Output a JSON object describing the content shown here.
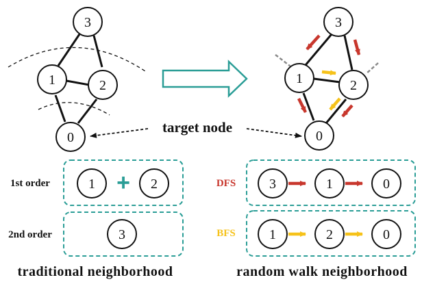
{
  "colors": {
    "teal": "#2a9d96",
    "dfs_red": "#c8372d",
    "bfs_yellow": "#f6c21a",
    "ink": "#111111",
    "gray": "#8a8a8a"
  },
  "left_graph": {
    "nodes": {
      "top": "3",
      "left": "1",
      "right": "2",
      "bottom": "0"
    }
  },
  "right_graph": {
    "nodes": {
      "top": "3",
      "left": "1",
      "right": "2",
      "bottom": "0"
    }
  },
  "big_arrow_icon": "hollow-right-arrow-icon",
  "target_label": "target node",
  "left_panel": {
    "row1_label": "1st order",
    "row1_nodes": [
      "1",
      "2"
    ],
    "plus": "+",
    "row2_label": "2nd order",
    "row2_nodes": [
      "3"
    ],
    "caption": "traditional neighborhood"
  },
  "right_panel": {
    "dfs_label": "DFS",
    "dfs_nodes": [
      "3",
      "1",
      "0"
    ],
    "bfs_label": "BFS",
    "bfs_nodes": [
      "1",
      "2",
      "0"
    ],
    "caption": "random walk neighborhood"
  }
}
